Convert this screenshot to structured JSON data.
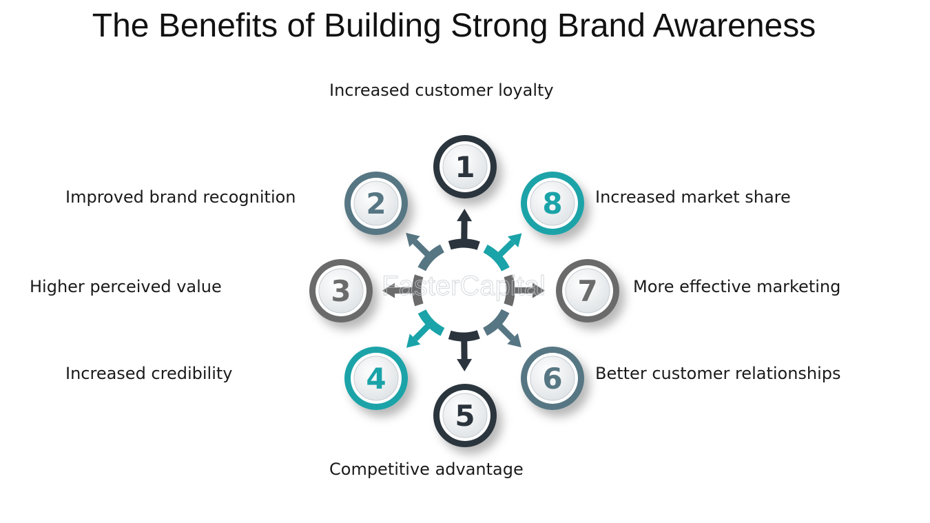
{
  "title": "The Benefits of Building Strong Brand Awareness",
  "watermark": "FasterCapital",
  "colors": {
    "dark": "#2b343d",
    "slate": "#577683",
    "teal": "#1aa3a8",
    "gray": "#6b6b6b",
    "disc_fill": "#eef0f2"
  },
  "benefits": [
    {
      "number": "1",
      "label": "Increased customer loyalty",
      "color": "dark"
    },
    {
      "number": "2",
      "label": "Improved brand recognition",
      "color": "slate"
    },
    {
      "number": "3",
      "label": "Higher perceived value",
      "color": "gray"
    },
    {
      "number": "4",
      "label": "Increased credibility",
      "color": "teal"
    },
    {
      "number": "5",
      "label": "Competitive advantage",
      "color": "dark"
    },
    {
      "number": "6",
      "label": "Better customer relationships",
      "color": "slate"
    },
    {
      "number": "7",
      "label": "More effective marketing",
      "color": "gray"
    },
    {
      "number": "8",
      "label": "Increased market share",
      "color": "teal"
    }
  ]
}
